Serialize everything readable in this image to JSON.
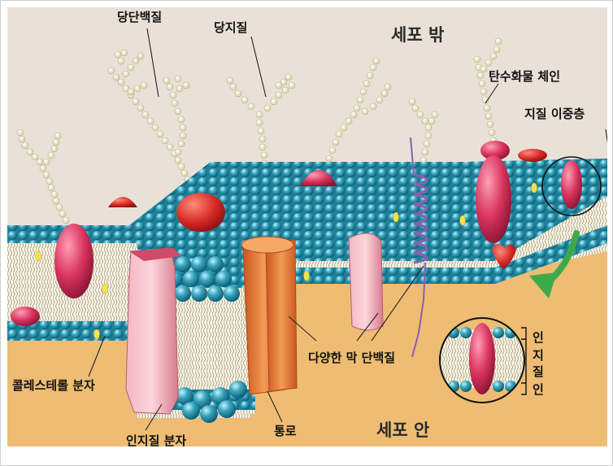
{
  "labels": {
    "glycoprotein": "당단백질",
    "glycolipid": "당지질",
    "outside_cell": "세포 밖",
    "carbohydrate_chain": "탄수화물 체인",
    "lipid_bilayer": "지질 이중층",
    "cholesterol": "콜레스테롤 분자",
    "membrane_proteins": "다양한 막 단백질",
    "channel": "통로",
    "phospholipid": "인지질 분자",
    "inside_cell": "세포 안",
    "inset_top": "인",
    "inset_middle": "지질",
    "inset_bottom": "인"
  },
  "colors": {
    "background_top": "#e9e1d8",
    "cytoplasm": "#eebd73",
    "phospholipid_head": "#3aa6bd",
    "protein_magenta": "#d9345e",
    "channel_orange": "#e8793a",
    "sugar_beads": "#f3eed2",
    "arrow_green": "#3fa94a"
  }
}
